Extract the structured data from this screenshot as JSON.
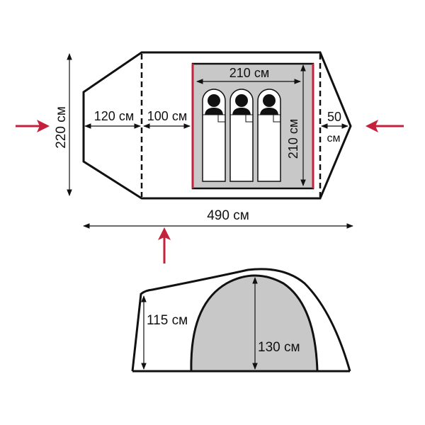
{
  "top_view": {
    "vestibule_front_depth": "120 см",
    "vestibule_rear_depth": "100 см",
    "inner_width": "210 см",
    "inner_length": "210 см",
    "back_vestibule_num": "50",
    "back_vestibule_unit": "см",
    "total_width": "220 см",
    "total_length": "490 см",
    "sleeping_places": 3
  },
  "side_view": {
    "vestibule_height": "115 см",
    "inner_height": "130 см"
  },
  "colors": {
    "accent": "#c4213d",
    "inner_fill": "#c8c8c8"
  }
}
